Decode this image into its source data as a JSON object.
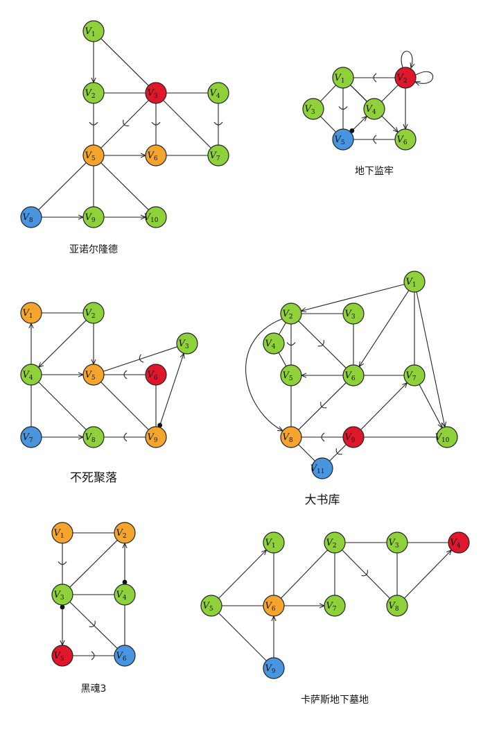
{
  "colors": {
    "green": "#8fd13a",
    "orange": "#f5a52b",
    "red": "#e0162b",
    "blue": "#4a95e0",
    "edge": "#222222"
  },
  "graphs": [
    {
      "id": "anor-londo",
      "title": "亚诺尔隆德",
      "nodes": [
        {
          "id": "1",
          "color": "green"
        },
        {
          "id": "2",
          "color": "green"
        },
        {
          "id": "3",
          "color": "red"
        },
        {
          "id": "4",
          "color": "green"
        },
        {
          "id": "5",
          "color": "orange"
        },
        {
          "id": "6",
          "color": "orange"
        },
        {
          "id": "7",
          "color": "green"
        },
        {
          "id": "8",
          "color": "blue"
        },
        {
          "id": "9",
          "color": "green"
        },
        {
          "id": "10",
          "color": "green"
        }
      ],
      "edges": [
        {
          "from": "1",
          "to": "2",
          "arrow": "end"
        },
        {
          "from": "1",
          "to": "3"
        },
        {
          "from": "2",
          "to": "3"
        },
        {
          "from": "3",
          "to": "4"
        },
        {
          "from": "2",
          "to": "5",
          "mark": "hook"
        },
        {
          "from": "3",
          "to": "5",
          "mark": "hook"
        },
        {
          "from": "3",
          "to": "6",
          "mark": "hook"
        },
        {
          "from": "4",
          "to": "7",
          "mark": "hook"
        },
        {
          "from": "3",
          "to": "7"
        },
        {
          "from": "5",
          "to": "6",
          "arrow": "end"
        },
        {
          "from": "6",
          "to": "7"
        },
        {
          "from": "5",
          "to": "8"
        },
        {
          "from": "5",
          "to": "9"
        },
        {
          "from": "5",
          "to": "10"
        },
        {
          "from": "8",
          "to": "9",
          "arrow": "end"
        },
        {
          "from": "9",
          "to": "10",
          "arrow": "end"
        }
      ]
    },
    {
      "id": "dungeon",
      "title": "地下监牢",
      "nodes": [
        {
          "id": "1",
          "color": "green"
        },
        {
          "id": "2",
          "color": "red"
        },
        {
          "id": "3",
          "color": "green"
        },
        {
          "id": "4",
          "color": "green"
        },
        {
          "id": "5",
          "color": "blue"
        },
        {
          "id": "6",
          "color": "green"
        }
      ],
      "edges": [
        {
          "from": "2",
          "to": "1",
          "mark": "hook"
        },
        {
          "from": "1",
          "to": "3"
        },
        {
          "from": "1",
          "to": "4"
        },
        {
          "from": "1",
          "to": "5",
          "mark": "hook"
        },
        {
          "from": "3",
          "to": "5"
        },
        {
          "from": "2",
          "to": "4"
        },
        {
          "from": "2",
          "to": "6",
          "arrow": "end"
        },
        {
          "from": "1",
          "to": "6",
          "arrow": "end"
        },
        {
          "from": "5",
          "to": "4",
          "arrow": "end",
          "mark": "dot"
        },
        {
          "from": "6",
          "to": "5",
          "mark": "hook"
        },
        {
          "from": "2",
          "to": "2",
          "loop": "double"
        }
      ]
    },
    {
      "id": "undead-burg",
      "title": "不死聚落",
      "nodes": [
        {
          "id": "1",
          "color": "orange"
        },
        {
          "id": "2",
          "color": "green"
        },
        {
          "id": "3",
          "color": "green"
        },
        {
          "id": "4",
          "color": "green"
        },
        {
          "id": "5",
          "color": "orange"
        },
        {
          "id": "6",
          "color": "red"
        },
        {
          "id": "7",
          "color": "blue"
        },
        {
          "id": "8",
          "color": "green"
        },
        {
          "id": "9",
          "color": "orange"
        }
      ],
      "edges": [
        {
          "from": "1",
          "to": "2"
        },
        {
          "from": "4",
          "to": "1",
          "arrow": "end"
        },
        {
          "from": "2",
          "to": "4",
          "arrow": "end"
        },
        {
          "from": "2",
          "to": "5",
          "arrow": "end"
        },
        {
          "from": "4",
          "to": "5",
          "arrow": "end"
        },
        {
          "from": "3",
          "to": "5",
          "mark": "hook"
        },
        {
          "from": "6",
          "to": "5",
          "mark": "hook"
        },
        {
          "from": "4",
          "to": "7"
        },
        {
          "from": "4",
          "to": "8"
        },
        {
          "from": "5",
          "to": "9"
        },
        {
          "from": "6",
          "to": "9"
        },
        {
          "from": "9",
          "to": "3",
          "arrow": "end",
          "mark": "dot"
        },
        {
          "from": "7",
          "to": "8",
          "arrow": "end"
        },
        {
          "from": "9",
          "to": "8",
          "mark": "hook"
        }
      ]
    },
    {
      "id": "great-library",
      "title": "大书库",
      "nodes": [
        {
          "id": "1",
          "color": "green"
        },
        {
          "id": "2",
          "color": "green"
        },
        {
          "id": "3",
          "color": "green"
        },
        {
          "id": "4",
          "color": "green"
        },
        {
          "id": "5",
          "color": "green"
        },
        {
          "id": "6",
          "color": "green"
        },
        {
          "id": "7",
          "color": "green"
        },
        {
          "id": "8",
          "color": "orange"
        },
        {
          "id": "9",
          "color": "red"
        },
        {
          "id": "10",
          "color": "green"
        },
        {
          "id": "11",
          "color": "blue"
        }
      ],
      "edges": [
        {
          "from": "1",
          "to": "2",
          "arrow": "end"
        },
        {
          "from": "1",
          "to": "6",
          "arrow": "end"
        },
        {
          "from": "1",
          "to": "7"
        },
        {
          "from": "1",
          "to": "10",
          "arrow": "end"
        },
        {
          "from": "2",
          "to": "3"
        },
        {
          "from": "2",
          "to": "4"
        },
        {
          "from": "2",
          "to": "5",
          "mark": "hook"
        },
        {
          "from": "2",
          "to": "6",
          "mark": "hook"
        },
        {
          "from": "2",
          "to": "8",
          "arrow": "end",
          "curve": true
        },
        {
          "from": "3",
          "to": "6"
        },
        {
          "from": "4",
          "to": "5"
        },
        {
          "from": "6",
          "to": "5",
          "arrow": "end"
        },
        {
          "from": "6",
          "to": "7"
        },
        {
          "from": "6",
          "to": "8",
          "mark": "hook"
        },
        {
          "from": "7",
          "to": "10",
          "arrow": "end"
        },
        {
          "from": "5",
          "to": "8"
        },
        {
          "from": "9",
          "to": "8",
          "mark": "hook"
        },
        {
          "from": "9",
          "to": "7",
          "arrow": "end"
        },
        {
          "from": "9",
          "to": "10"
        },
        {
          "from": "8",
          "to": "11"
        },
        {
          "from": "9",
          "to": "11",
          "mark": "hook"
        }
      ]
    },
    {
      "id": "dark-souls-3",
      "title": "黑魂3",
      "nodes": [
        {
          "id": "1",
          "color": "orange"
        },
        {
          "id": "2",
          "color": "orange"
        },
        {
          "id": "3",
          "color": "green"
        },
        {
          "id": "4",
          "color": "green"
        },
        {
          "id": "5",
          "color": "red"
        },
        {
          "id": "6",
          "color": "blue"
        }
      ],
      "edges": [
        {
          "from": "1",
          "to": "2"
        },
        {
          "from": "1",
          "to": "3",
          "mark": "hook"
        },
        {
          "from": "2",
          "to": "3"
        },
        {
          "from": "4",
          "to": "2",
          "arrow": "end",
          "mark": "dot"
        },
        {
          "from": "3",
          "to": "4"
        },
        {
          "from": "3",
          "to": "5",
          "arrow": "end",
          "mark": "dot"
        },
        {
          "from": "3",
          "to": "6",
          "mark": "hook"
        },
        {
          "from": "4",
          "to": "6"
        },
        {
          "from": "5",
          "to": "6",
          "mark": "hook"
        }
      ]
    },
    {
      "id": "catacombs",
      "title": "卡萨斯地下墓地",
      "nodes": [
        {
          "id": "1",
          "color": "green"
        },
        {
          "id": "2",
          "color": "green"
        },
        {
          "id": "3",
          "color": "green"
        },
        {
          "id": "4",
          "color": "red"
        },
        {
          "id": "5",
          "color": "green"
        },
        {
          "id": "6",
          "color": "orange"
        },
        {
          "id": "7",
          "color": "green"
        },
        {
          "id": "8",
          "color": "green"
        },
        {
          "id": "9",
          "color": "blue"
        }
      ],
      "edges": [
        {
          "from": "5",
          "to": "1",
          "arrow": "end"
        },
        {
          "from": "6",
          "to": "1"
        },
        {
          "from": "5",
          "to": "6"
        },
        {
          "from": "5",
          "to": "9"
        },
        {
          "from": "6",
          "to": "2"
        },
        {
          "from": "6",
          "to": "7",
          "arrow": "end"
        },
        {
          "from": "9",
          "to": "6",
          "arrow": "end"
        },
        {
          "from": "2",
          "to": "7"
        },
        {
          "from": "2",
          "to": "3"
        },
        {
          "from": "2",
          "to": "8",
          "mark": "hook"
        },
        {
          "from": "3",
          "to": "4"
        },
        {
          "from": "3",
          "to": "8"
        },
        {
          "from": "8",
          "to": "4",
          "arrow": "end"
        }
      ]
    }
  ]
}
